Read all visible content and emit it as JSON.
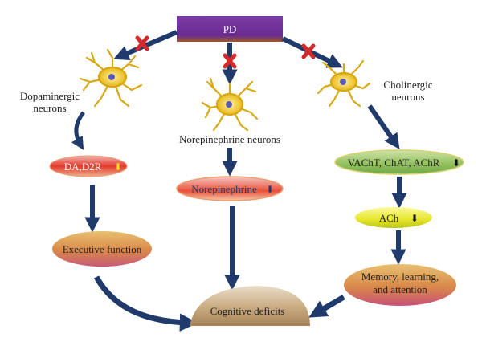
{
  "top": {
    "label": "PD"
  },
  "branches": {
    "dopaminergic": {
      "label": "Dopaminergic\nneurons"
    },
    "norepinephrine": {
      "label": "Norepinephrine neurons"
    },
    "cholinergic": {
      "label": "Cholinergic\nneurons"
    }
  },
  "nodes": {
    "da_d2r": {
      "label": "DA,D2R",
      "arrow": "⬇"
    },
    "executive": {
      "label": "Executive function"
    },
    "norepinephrine_level": {
      "label": "Norepinephrine",
      "arrow": "⬇"
    },
    "vacht": {
      "label": "VAChT, ChAT, AChR",
      "arrow": "⬇"
    },
    "ach": {
      "label": "ACh",
      "arrow": "⬇"
    },
    "memory": {
      "label": "Memory, learning,\nand attention"
    },
    "cognitive": {
      "label": "Cognitive deficits"
    }
  },
  "colors": {
    "arrow": "#1f3a6b",
    "inhibit_x": "#d42a2a",
    "pd_box_top": "#6a2c91",
    "pd_box_bottom": "#8a4a2a",
    "neuron": "#e8b81a"
  }
}
